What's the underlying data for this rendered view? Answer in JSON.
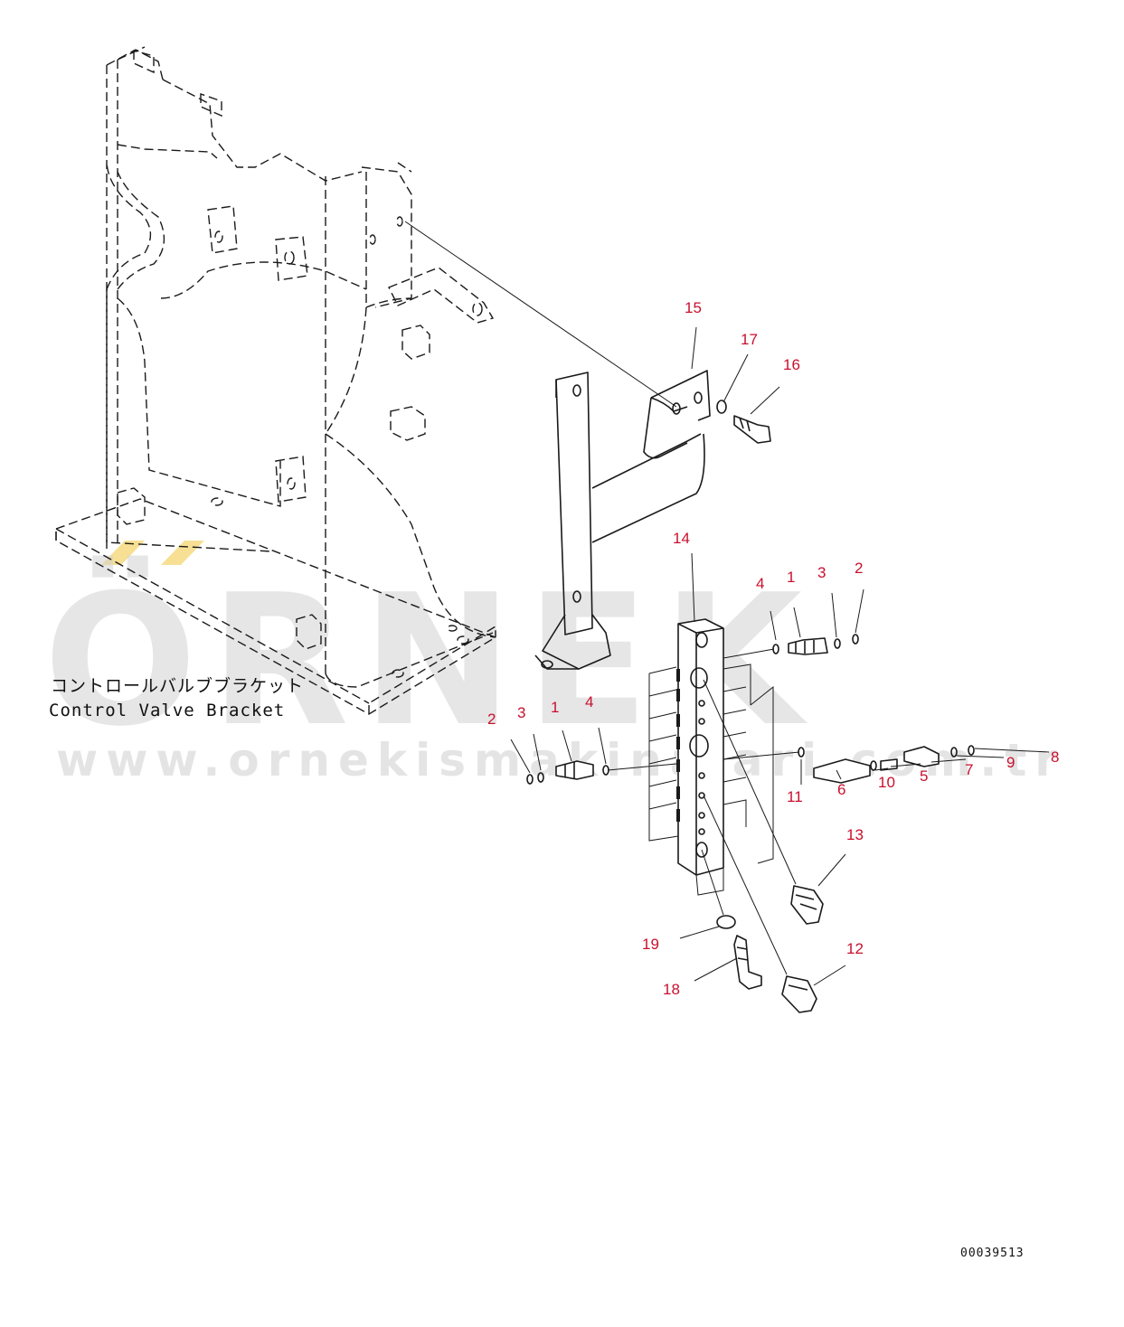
{
  "diagram": {
    "caption_jp": "コントロールバルブブラケット",
    "caption_en": "Control Valve Bracket",
    "drawing_number": "00039513",
    "watermark": {
      "logo": "ÖRNEK",
      "url": "www.ornekismakinalari.com.tr",
      "accent_color": "#f5d878"
    },
    "callout_color": "#c8102e",
    "callouts": {
      "c1": "1",
      "c1b": "1",
      "c2": "2",
      "c2b": "2",
      "c3": "3",
      "c3b": "3",
      "c4": "4",
      "c4b": "4",
      "c5": "5",
      "c6": "6",
      "c7": "7",
      "c8": "8",
      "c9": "9",
      "c10": "10",
      "c11": "11",
      "c12": "12",
      "c13": "13",
      "c14": "14",
      "c15": "15",
      "c16": "16",
      "c17": "17",
      "c18": "18",
      "c19": "19"
    }
  }
}
